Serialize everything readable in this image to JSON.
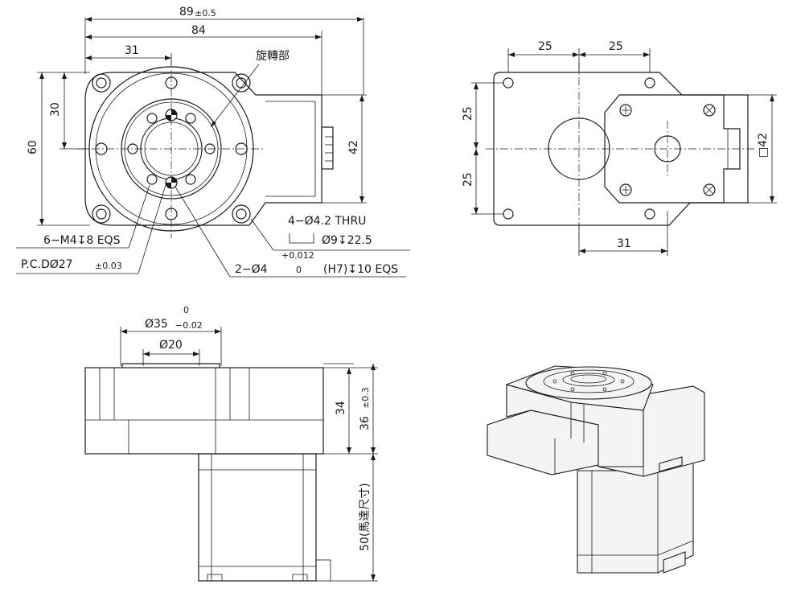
{
  "top_view": {
    "overall_width": "89",
    "overall_tol": "±0.5",
    "body_width": "84",
    "center_offset": "31",
    "rotating_part_label": "旋轉部",
    "height_total": "60",
    "height_half": "30",
    "height_body": "42",
    "thru_hole": "4−Ø4.2 THRU",
    "counterbore": "Ø9↧22.5",
    "tapped_holes": "6−M4↧8 EQS",
    "pcd": "P.C.DØ27",
    "pcd_tol": "±0.03",
    "pin_holes": "2−Ø4",
    "pin_holes_fit": "(H7)↧10 EQS",
    "pin_tol_upper": "+0.012",
    "pin_tol_lower": "0"
  },
  "bottom_view": {
    "dim_left_x": "25",
    "dim_right_x": "25",
    "dim_top_y": "25",
    "dim_bottom_y": "25",
    "motor_square": "□42",
    "motor_offset": "31"
  },
  "side_view": {
    "outer_diameter": "Ø35",
    "outer_tol_upper": "0",
    "outer_tol_lower": "−0.02",
    "inner_diameter": "Ø20",
    "height_body": "34",
    "height_overall": "36",
    "height_tol": "±0.3",
    "motor_length": "50(馬達尺寸)"
  }
}
